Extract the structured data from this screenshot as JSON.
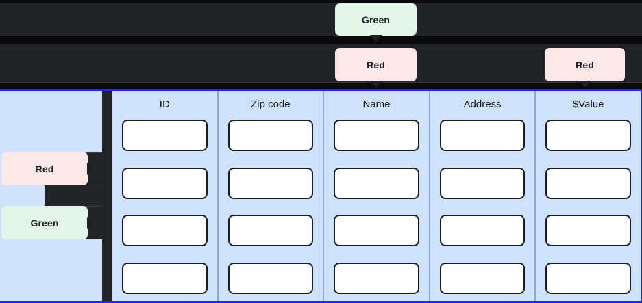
{
  "theme": {
    "page_bg": "#0a0a0a",
    "row_bg": "#222326",
    "panel_blue": "#cfe2fb",
    "panel_border_blue": "#2323ee",
    "bubble_green": "#e4f5ea",
    "bubble_red": "#fce8e8",
    "cell_border": "#1b1d21",
    "cell_bg": "#ffffff"
  },
  "top_annotations": [
    {
      "label": "Green",
      "status": "green"
    },
    {
      "label": "Red",
      "status": "red"
    },
    {
      "label": "Red",
      "status": "red"
    }
  ],
  "side_annotations": [
    {
      "label": "Red",
      "status": "red"
    },
    {
      "label": "Green",
      "status": "green"
    }
  ],
  "table": {
    "columns": [
      {
        "header": "ID"
      },
      {
        "header": "Zip code"
      },
      {
        "header": "Name"
      },
      {
        "header": "Address"
      },
      {
        "header": "$Value"
      }
    ],
    "row_count": 4,
    "cells": [
      [
        "",
        "",
        "",
        "",
        ""
      ],
      [
        "",
        "",
        "",
        "",
        ""
      ],
      [
        "",
        "",
        "",
        "",
        ""
      ],
      [
        "",
        "",
        "",
        "",
        ""
      ]
    ]
  }
}
